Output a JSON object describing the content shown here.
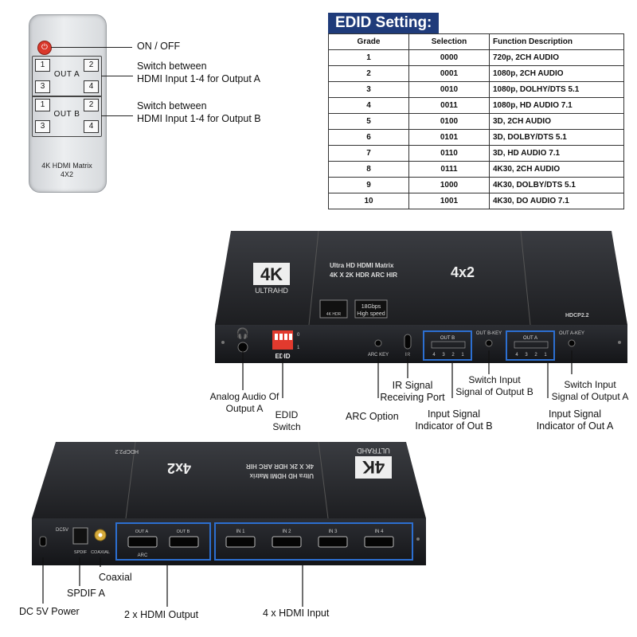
{
  "remote": {
    "group_a": {
      "title": "OUT  A",
      "keys": [
        "1",
        "2",
        "3",
        "4"
      ]
    },
    "group_b": {
      "title": "OUT  B",
      "keys": [
        "1",
        "2",
        "3",
        "4"
      ]
    },
    "footer_1": "4K HDMI Matrix",
    "footer_2": "4X2"
  },
  "remote_labels": {
    "onoff": "ON / OFF",
    "switch_a_1": "Switch between",
    "switch_a_2": "HDMI Input 1-4 for Output A",
    "switch_b_1": "Switch between",
    "switch_b_2": "HDMI Input 1-4 for Output B"
  },
  "edid": {
    "title": "EDID Setting:",
    "headers": [
      "Grade",
      "Selection",
      "Function Description"
    ],
    "rows": [
      [
        "1",
        "0000",
        "720p, 2CH AUDIO"
      ],
      [
        "2",
        "0001",
        "1080p, 2CH AUDIO"
      ],
      [
        "3",
        "0010",
        "1080p, DOLHY/DTS 5.1"
      ],
      [
        "4",
        "0011",
        "1080p, HD AUDIO 7.1"
      ],
      [
        "5",
        "0100",
        "3D, 2CH AUDIO"
      ],
      [
        "6",
        "0101",
        "3D, DOLBY/DTS 5.1"
      ],
      [
        "7",
        "0110",
        "3D, HD AUDIO 7.1"
      ],
      [
        "8",
        "0111",
        "4K30, 2CH AUDIO"
      ],
      [
        "9",
        "1000",
        "4K30, DOLBY/DTS 5.1"
      ],
      [
        "10",
        "1001",
        "4K30, DO AUDIO 7.1"
      ]
    ]
  },
  "device_top": {
    "logo_4k": "4K",
    "logo_ultrahd": "ULTRAHD",
    "product_line1": "Ultra HD HDMI Matrix",
    "product_line2": "4K X 2K HDR ARC HIR",
    "product_4x2": "4x2",
    "badge_hdmi": "4K HDR",
    "badge_speed1": "18Gbps",
    "badge_speed2": "High speed",
    "hdcp": "HDCP2.2",
    "edid_label": "EDID",
    "dip_0": "0",
    "dip_1": "1",
    "arc_key": "ARC KEY",
    "ir": "IR",
    "out_b": "OUT B",
    "out_b_key": "OUT B-KEY",
    "out_a": "OUT A",
    "out_a_key": "OUT A-KEY",
    "led_nums": [
      "4",
      "3",
      "2",
      "1"
    ]
  },
  "top_callouts": {
    "analog_1": "Analog Audio Of",
    "analog_2": "Output A",
    "edid_1": "EDID",
    "edid_2": "Switch",
    "arc": "ARC Option",
    "ir_1": "IR Signal",
    "ir_2": "Receiving Port",
    "ind_b_1": "Input Signal",
    "ind_b_2": "Indicator of Out B",
    "sw_b_1": "Switch Input",
    "sw_b_2": "Signal of Output B",
    "ind_a_1": "Input Signal",
    "ind_a_2": "Indicator of Out A",
    "sw_a_1": "Switch Input",
    "sw_a_2": "Signal of Output A"
  },
  "device_bottom": {
    "dc": "DC5V",
    "spdif": "SPDIF",
    "coaxial": "COAXIAL",
    "out_a": "OUT A",
    "out_b": "OUT B",
    "arc": "ARC",
    "in1": "IN 1",
    "in2": "IN 2",
    "in3": "IN 3",
    "in4": "IN 4",
    "hdcp_mirror": "HDCP2.2",
    "top_line1": "Ultra HD HDMI Matrix",
    "top_line2": "4K X 2K HDR ARC HIR",
    "top_4x2": "4x2",
    "top_4k": "4K",
    "top_ultrahd": "ULTRAHD"
  },
  "bottom_callouts": {
    "coaxial": "Coaxial",
    "spdif": "SPDIF A",
    "dc": "DC 5V Power",
    "hdmi_out": "2 x HDMI Output",
    "hdmi_in": "4 x HDMI Input"
  },
  "colors": {
    "edid_title_bg": "#1f3b7a",
    "highlight": "#2c6fd1",
    "device": "#2b2d31",
    "power": "#d9372b"
  }
}
